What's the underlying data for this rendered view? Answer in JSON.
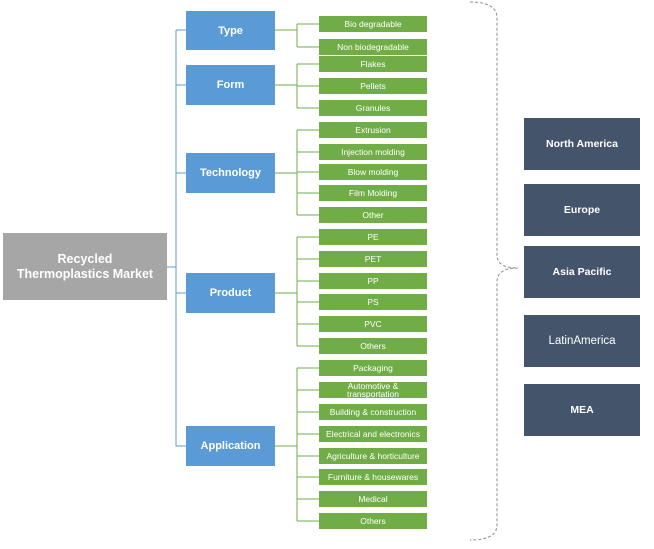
{
  "title": "Recycled\nThermoplastics Market",
  "categories": [
    {
      "label": "Type",
      "items": [
        "Bio degradable",
        "Non biodegradable"
      ]
    },
    {
      "label": "Form",
      "items": [
        "Flakes",
        "Pellets",
        "Granules"
      ]
    },
    {
      "label": "Technology",
      "items": [
        "Extrusion",
        "Injection molding",
        "Blow molding",
        "Film Molding",
        "Other"
      ]
    },
    {
      "label": "Product",
      "items": [
        "PE",
        "PET",
        "PP",
        "PS",
        "PVC",
        "Others"
      ]
    },
    {
      "label": "Application",
      "items": [
        "Packaging",
        "Automotive &\ntransportation",
        "Building  & construction",
        "Electrical and electronics",
        "Agriculture  & horticulture",
        "Furniture & housewares",
        "Medical",
        "Others"
      ]
    }
  ],
  "regions": [
    "North America",
    "Europe",
    "Asia Pacific",
    "LatinAmerica",
    "MEA"
  ],
  "colors": {
    "root": "#a6a6a6",
    "category": "#5b9bd5",
    "item": "#70ad47",
    "region": "#44546a",
    "connector": "#5b9bd5",
    "brace": "#8c8c8c"
  }
}
